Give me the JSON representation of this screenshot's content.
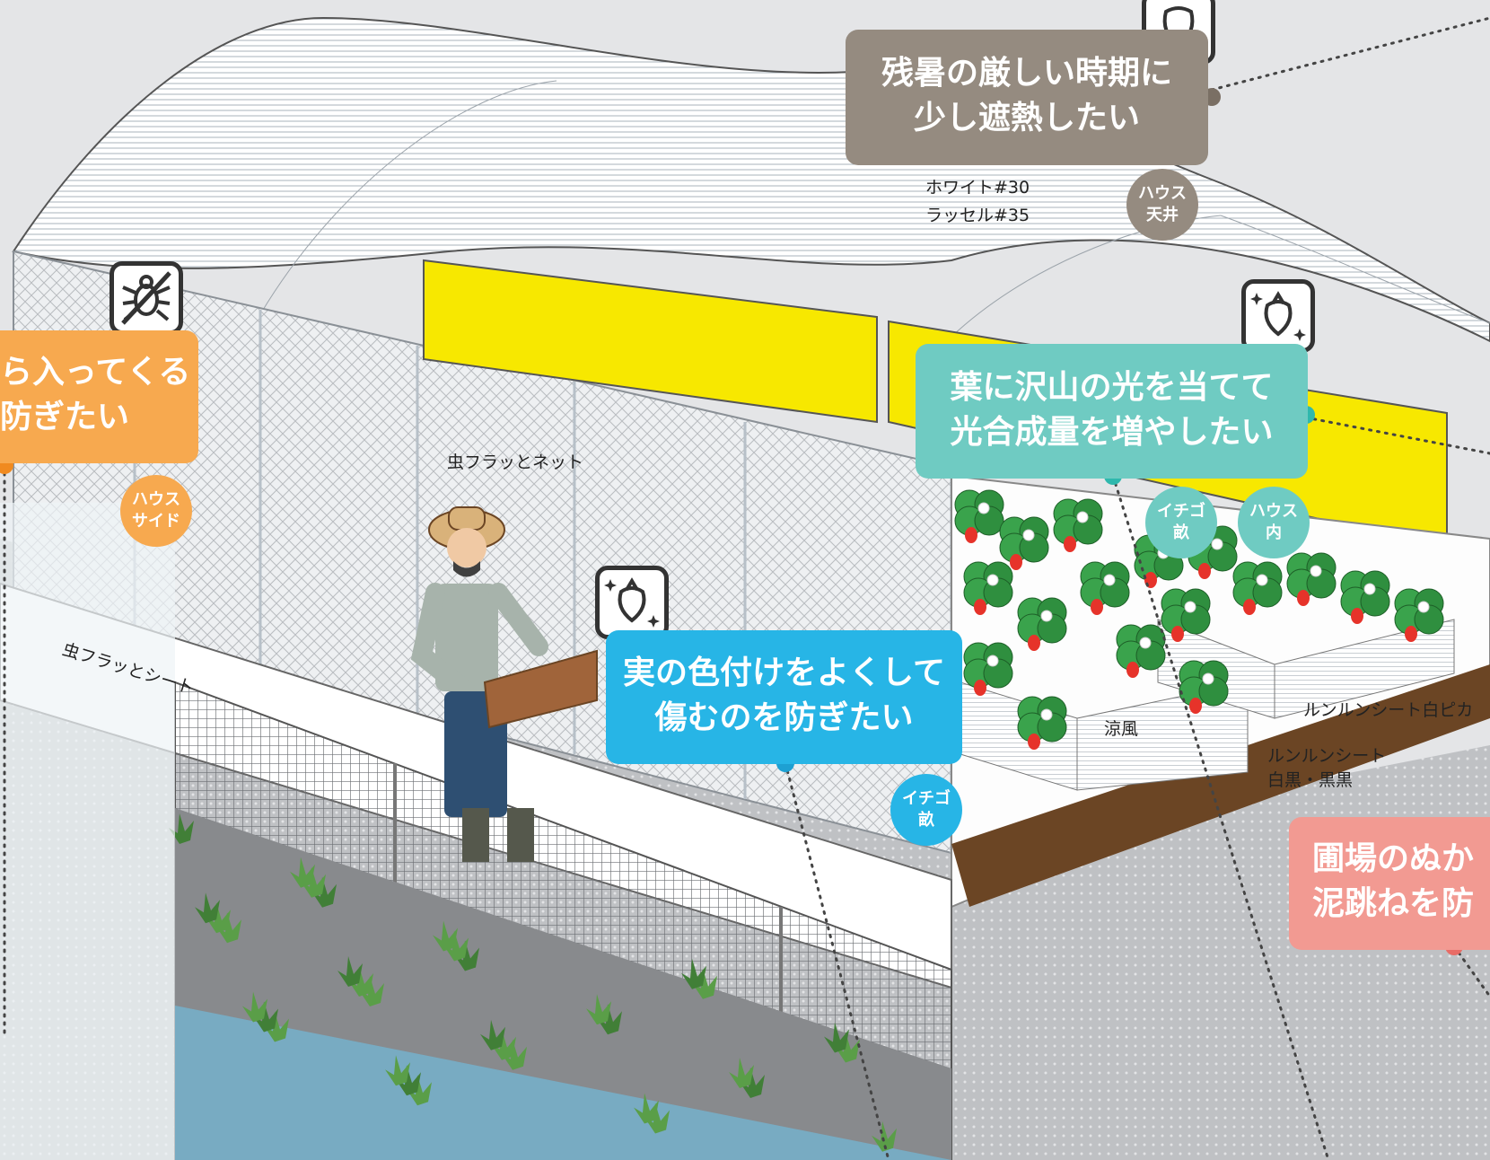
{
  "callouts": {
    "heat": {
      "line1": "残暑の厳しい時期に",
      "line2": "少し遮熱したい",
      "color": "#958b80"
    },
    "insect": {
      "line1": "ら入ってくる",
      "line2": "防ぎたい",
      "color": "#f7a94f"
    },
    "photosynthesis": {
      "line1": "葉に沢山の光を当てて",
      "line2": "光合成量を増やしたい",
      "color": "#6fcbc2"
    },
    "coloring": {
      "line1": "実の色付けをよくして",
      "line2": "傷むのを防ぎたい",
      "color": "#27b5e6"
    },
    "mud": {
      "line1": "圃場のぬか",
      "line2": "泥跳ねを防",
      "color": "#f29a92"
    }
  },
  "badges": {
    "ceiling": {
      "line1": "ハウス",
      "line2": "天井"
    },
    "side": {
      "line1": "ハウス",
      "line2": "サイド"
    },
    "ridge_top": {
      "line1": "イチゴ",
      "line2": "畝"
    },
    "inside": {
      "line1": "ハウス",
      "line2": "内"
    },
    "ridge_bottom": {
      "line1": "イチゴ",
      "line2": "畝"
    }
  },
  "labels": {
    "white30": "ホワイト#30",
    "russell35": "ラッセル#35",
    "insect_net": "虫フラッとネット",
    "insect_sheet": "虫フラッとシート",
    "ryofu": "涼風",
    "rurun_white": "ルンルンシート白ピカ",
    "rurun": "ルンルンシート",
    "rurun_colors": "白黒・黒黒"
  },
  "icons": [
    "strawberry-sparkle-icon",
    "insect-prohibited-icon",
    "strawberry-sparkle-icon",
    "strawberry-sparkle-icon"
  ]
}
